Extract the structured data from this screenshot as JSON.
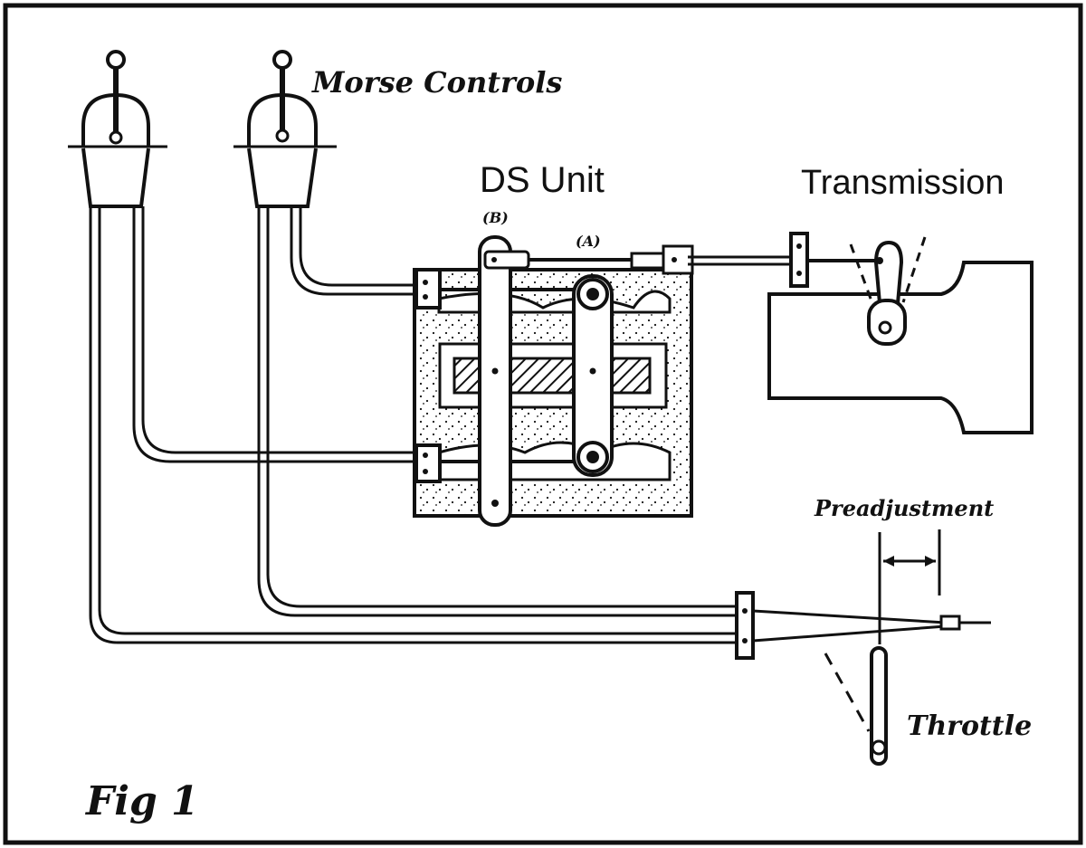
{
  "labels": {
    "morse_controls": "Morse Controls",
    "ds_unit": "DS Unit",
    "transmission": "Transmission",
    "marker_b": "(B)",
    "marker_a": "(A)",
    "preadjustment": "Preadjustment",
    "throttle": "Throttle",
    "figure": "Fig 1"
  },
  "colors": {
    "ink": "#111111",
    "paper": "#ffffff"
  }
}
